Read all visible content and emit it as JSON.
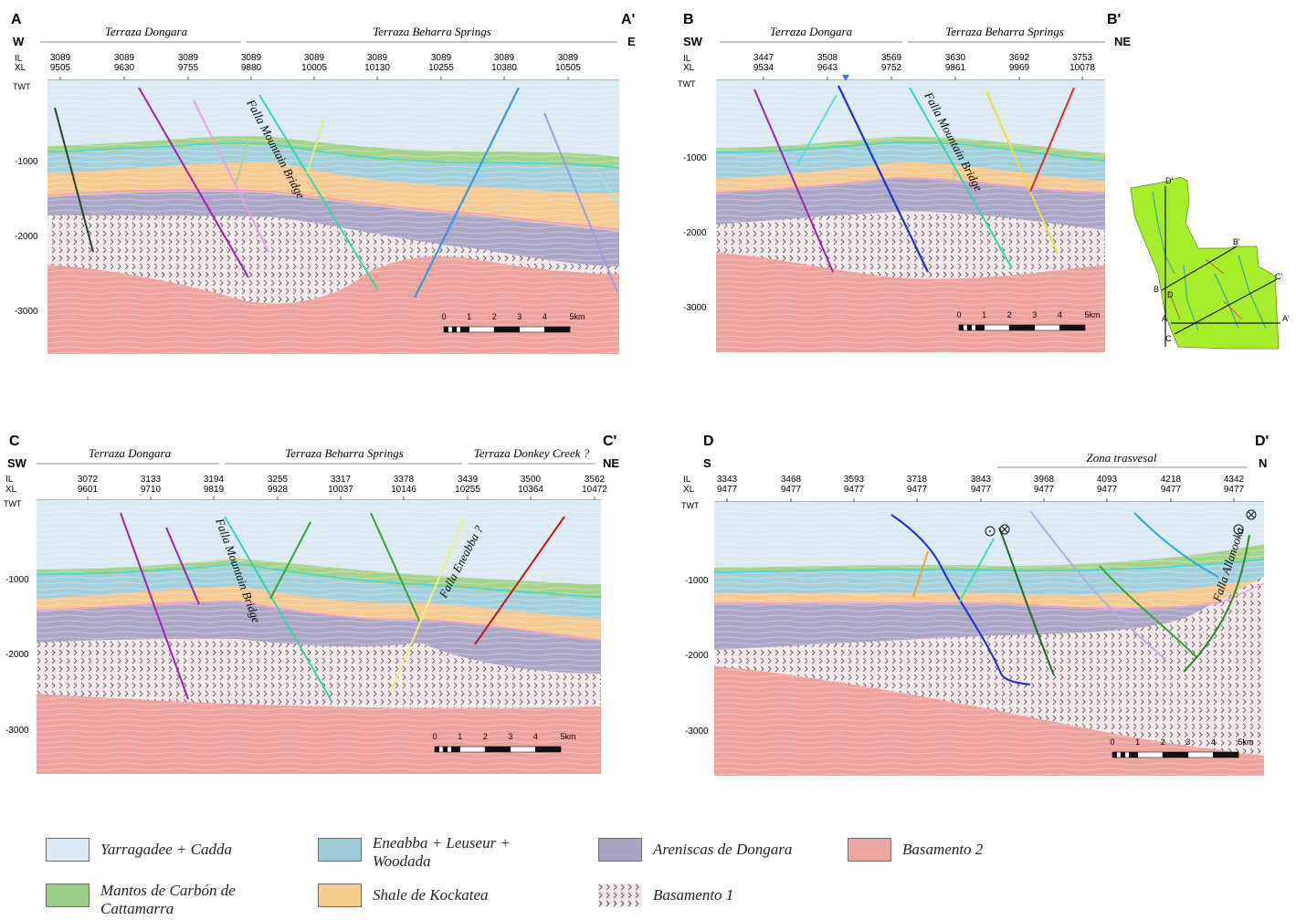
{
  "panels": [
    {
      "id": "A",
      "letter_left": "A",
      "letter_right": "A'",
      "dir_left": "W",
      "dir_right": "E",
      "terraces": [
        "Terraza Dongara",
        "Terraza Beharra Springs"
      ],
      "il_label": "IL",
      "xl_label": "XL",
      "ticks": [
        {
          "il": "3089",
          "xl": "9505"
        },
        {
          "il": "3089",
          "xl": "9630"
        },
        {
          "il": "3089",
          "xl": "9755"
        },
        {
          "il": "3089",
          "xl": "9880"
        },
        {
          "il": "3089",
          "xl": "10005"
        },
        {
          "il": "3089",
          "xl": "10130"
        },
        {
          "il": "3089",
          "xl": "10255"
        },
        {
          "il": "3089",
          "xl": "10380"
        },
        {
          "il": "3089",
          "xl": "10505"
        }
      ],
      "twt_label": "TWT",
      "depth_labels": [
        "-1000",
        "-2000",
        "-3000"
      ],
      "fault_labels": [
        "Falla Mountain Bridge"
      ],
      "scale_labels": [
        "0",
        "1",
        "2",
        "3",
        "4",
        "5km"
      ]
    },
    {
      "id": "B",
      "letter_left": "B",
      "letter_right": "B'",
      "dir_left": "SW",
      "dir_right": "NE",
      "terraces": [
        "Terraza Dongara",
        "Terraza Beharra Springs"
      ],
      "il_label": "IL",
      "xl_label": "XL",
      "ticks": [
        {
          "il": "3447",
          "xl": "9534"
        },
        {
          "il": "3508",
          "xl": "9643"
        },
        {
          "il": "3569",
          "xl": "9752"
        },
        {
          "il": "3630",
          "xl": "9861"
        },
        {
          "il": "3692",
          "xl": "9969"
        },
        {
          "il": "3753",
          "xl": "10078"
        }
      ],
      "twt_label": "TWT",
      "depth_labels": [
        "-1000",
        "-2000",
        "-3000"
      ],
      "fault_labels": [
        "Falla Mountain Bridge"
      ],
      "scale_labels": [
        "0",
        "1",
        "2",
        "3",
        "4",
        "5km"
      ]
    },
    {
      "id": "C",
      "letter_left": "C",
      "letter_right": "C'",
      "dir_left": "SW",
      "dir_right": "NE",
      "terraces": [
        "Terraza Dongara",
        "Terraza Beharra Springs",
        "Terraza Donkey Creek ?"
      ],
      "il_label": "IL",
      "xl_label": "XL",
      "ticks": [
        {
          "il": "3072",
          "xl": "9601"
        },
        {
          "il": "3133",
          "xl": "9710"
        },
        {
          "il": "3194",
          "xl": "9819"
        },
        {
          "il": "3255",
          "xl": "9928"
        },
        {
          "il": "3317",
          "xl": "10037"
        },
        {
          "il": "3378",
          "xl": "10146"
        },
        {
          "il": "3439",
          "xl": "10255"
        },
        {
          "il": "3500",
          "xl": "10364"
        },
        {
          "il": "3562",
          "xl": "10472"
        }
      ],
      "twt_label": "TWT",
      "depth_labels": [
        "-1000",
        "-2000",
        "-3000"
      ],
      "fault_labels": [
        "Falla Mountain Bridge",
        "Falla Eneabba ?"
      ],
      "scale_labels": [
        "0",
        "1",
        "2",
        "3",
        "4",
        "5km"
      ]
    },
    {
      "id": "D",
      "letter_left": "D",
      "letter_right": "D'",
      "dir_left": "S",
      "dir_right": "N",
      "terraces": [
        "Zona trasvesal"
      ],
      "il_label": "IL",
      "xl_label": "XL",
      "ticks": [
        {
          "il": "3343",
          "xl": "9477"
        },
        {
          "il": "3468",
          "xl": "9477"
        },
        {
          "il": "3593",
          "xl": "9477"
        },
        {
          "il": "3718",
          "xl": "9477"
        },
        {
          "il": "3843",
          "xl": "9477"
        },
        {
          "il": "3968",
          "xl": "9477"
        },
        {
          "il": "4093",
          "xl": "9477"
        },
        {
          "il": "4218",
          "xl": "9477"
        },
        {
          "il": "4342",
          "xl": "9477"
        }
      ],
      "twt_label": "TWT",
      "depth_labels": [
        "-1000",
        "-2000",
        "-3000"
      ],
      "fault_labels": [
        "Falla Allanooka"
      ],
      "scale_labels": [
        "0",
        "1",
        "2",
        "3",
        "4",
        "5km"
      ]
    }
  ],
  "index_map": {
    "labels": [
      "D'",
      "B'",
      "C'",
      "B",
      "D",
      "A",
      "A'",
      "C"
    ]
  },
  "legend": [
    {
      "id": "yarragadee",
      "label": "Yarragadee + Cadda",
      "color": "#dbeaf4"
    },
    {
      "id": "eneabba",
      "label": "Eneabba + Leuseur + Woodada",
      "color": "#9ccbd9"
    },
    {
      "id": "areniscas",
      "label": "Areniscas de Dongara",
      "color": "#a9a3c4"
    },
    {
      "id": "basamento2",
      "label": "Basamento 2",
      "color": "#eea6a0"
    },
    {
      "id": "mantos",
      "label": "Mantos de Carbón de Cattamarra",
      "color": "#9bcf86"
    },
    {
      "id": "shale",
      "label": "Shale de Kockatea",
      "color": "#f6c98d"
    },
    {
      "id": "basamento1",
      "label": "Basamento 1",
      "color": "#f4eaea"
    }
  ],
  "colors": {
    "yarragadee": "#dbe9f3",
    "mantos": "#a3d48a",
    "eneabba": "#a2cfdc",
    "shale": "#f5c98f",
    "areniscas": "#aaa5c6",
    "basamento1": "#f2e6e8",
    "basamento2": "#eda29b",
    "pink_line": "#e99ad8",
    "cyan_line": "#3fd6e0",
    "green_line": "#8ed660",
    "orange_line": "#f0a035"
  }
}
